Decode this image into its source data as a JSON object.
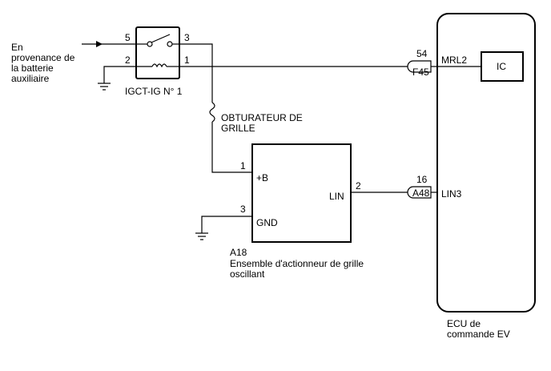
{
  "source": {
    "label": "En\nprovenance de\nla batterie\nauxiliaire"
  },
  "relay": {
    "name": "IGCT-IG N° 1",
    "pin5": "5",
    "pin3": "3",
    "pin2": "2",
    "pin1": "1"
  },
  "fuse": {
    "label": "OBTURATEUR DE\nGRILLE"
  },
  "actuator": {
    "pin1": "1",
    "pin_b": "+B",
    "pin3": "3",
    "pin_gnd": "GND",
    "pin2": "2",
    "pin_lin": "LIN",
    "code": "A18",
    "name": "Ensemble d'actionneur de grille\noscillant"
  },
  "connector_f45": {
    "pin": "54",
    "name": "F45"
  },
  "connector_a48": {
    "pin": "16",
    "name": "A48"
  },
  "ecu": {
    "mrl2": "MRL2",
    "lin3": "LIN3",
    "ic": "IC",
    "name": "ECU de\ncommande EV"
  }
}
